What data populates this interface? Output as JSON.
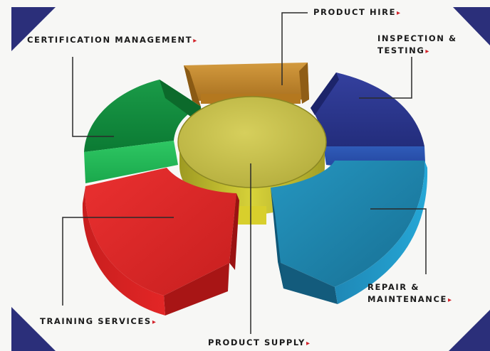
{
  "labels": {
    "certification": "CERTIFICATION MANAGEMENT",
    "product_hire": "PRODUCT HIRE",
    "inspection_line1": "INSPECTION &",
    "inspection_line2": "TESTING",
    "repair_line1": "REPAIR &",
    "repair_line2": "MAINTENANCE",
    "training": "TRAINING SERVICES",
    "product_supply": "PRODUCT SUPPLY",
    "arrow_glyph": "▸"
  },
  "colors": {
    "corner": "#2b2f7a",
    "certification": "#0e8a3c",
    "product_hire": "#c68a2e",
    "inspection": "#2c3a93",
    "repair": "#1c8ab2",
    "training": "#e02a2a",
    "hub": "#c9c24c",
    "accent_arrow": "#d2232a"
  }
}
